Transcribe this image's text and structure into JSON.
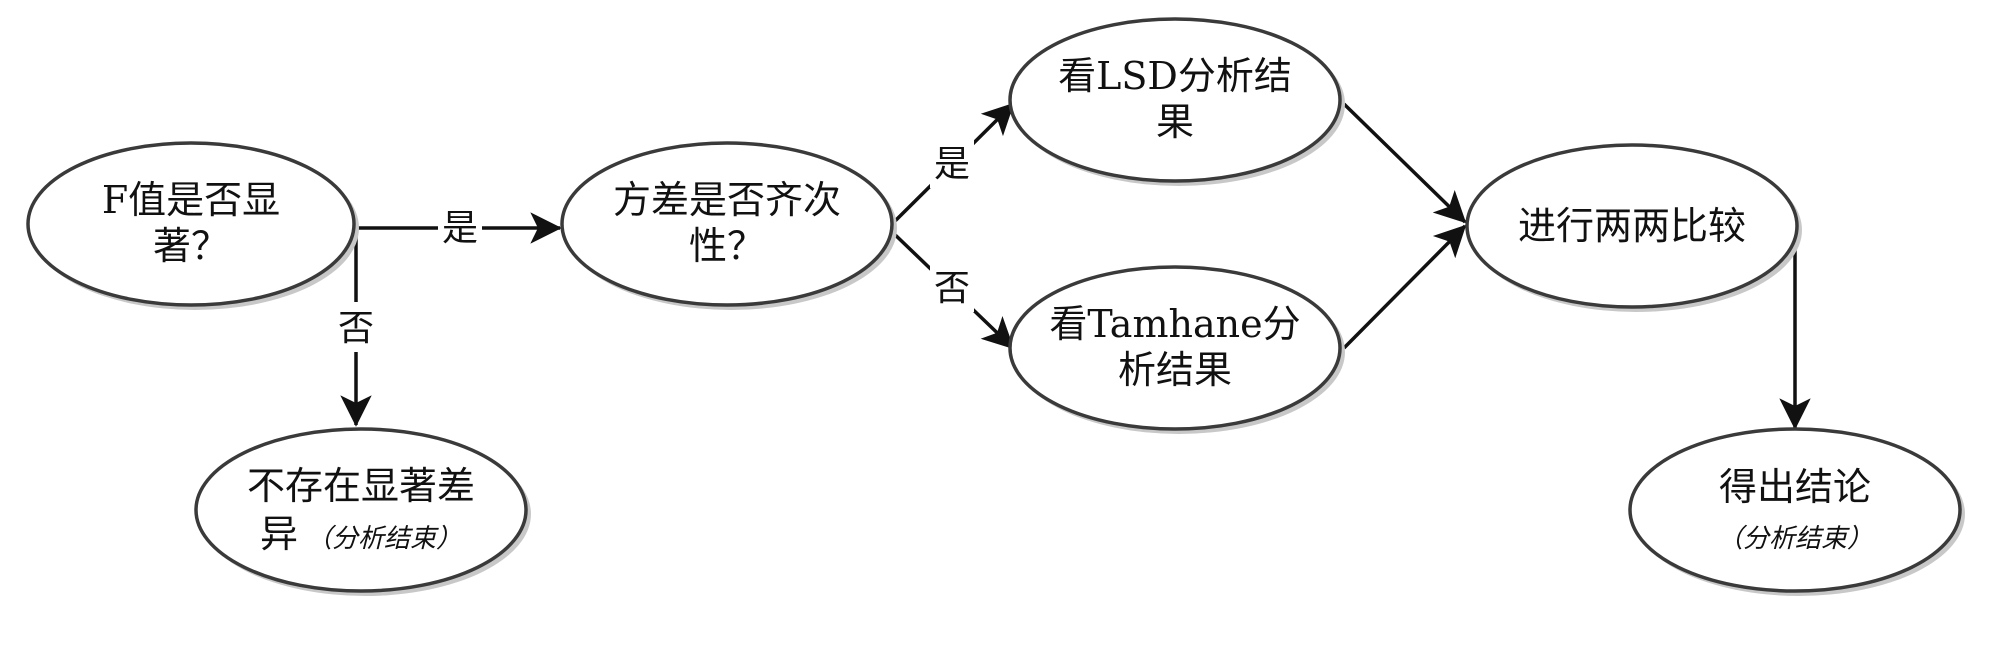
{
  "nodes": {
    "f_significant": {
      "lines": [
        "F值是否显",
        "著？"
      ]
    },
    "homogeneity": {
      "lines": [
        "方差是否齐次",
        "性？"
      ]
    },
    "no_difference": {
      "lines": [
        "不存在显著差",
        "异"
      ],
      "note": "（分析结束）"
    },
    "lsd": {
      "lines": [
        "看LSD分析结",
        "果"
      ]
    },
    "tamhane": {
      "lines": [
        "看Tamhane分",
        "析结果"
      ]
    },
    "pairwise": {
      "lines": [
        "进行两两比较"
      ]
    },
    "conclusion": {
      "lines": [
        "得出结论"
      ],
      "note": "（分析结束）"
    }
  },
  "edges": {
    "f_yes": {
      "label": "是"
    },
    "f_no": {
      "label": "否"
    },
    "homo_yes": {
      "label": "是"
    },
    "homo_no": {
      "label": "否"
    }
  }
}
